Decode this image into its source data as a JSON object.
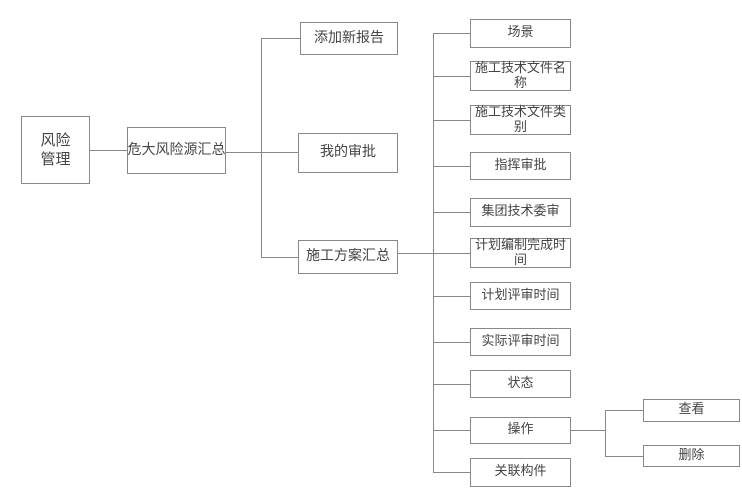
{
  "colors": {
    "background": "#ffffff",
    "box_border": "#888888",
    "connector_line": "#888888",
    "text": "#444444"
  },
  "nodes": {
    "risk_management": {
      "label": "风险\n管理"
    },
    "major_risk_summary": {
      "label": "危大风险源汇总"
    },
    "add_new_report": {
      "label": "添加新报告"
    },
    "my_approval": {
      "label": "我的审批"
    },
    "construction_plan_summary": {
      "label": "施工方案汇总"
    },
    "scene": {
      "label": "场景"
    },
    "construction_doc_name": {
      "label": "施工技术文件名\n称"
    },
    "construction_doc_category": {
      "label": "施工技术文件类\n别"
    },
    "command_approval": {
      "label": "指挥审批"
    },
    "group_tech_review": {
      "label": "集团技术委审"
    },
    "plan_completion_time": {
      "label": "计划编制完成时\n间"
    },
    "plan_review_time": {
      "label": "计划评审时间"
    },
    "actual_review_time": {
      "label": "实际评审时间"
    },
    "status": {
      "label": "状态"
    },
    "operation": {
      "label": "操作"
    },
    "related_component": {
      "label": "关联构件"
    },
    "view": {
      "label": "查看"
    },
    "delete": {
      "label": "删除"
    }
  }
}
